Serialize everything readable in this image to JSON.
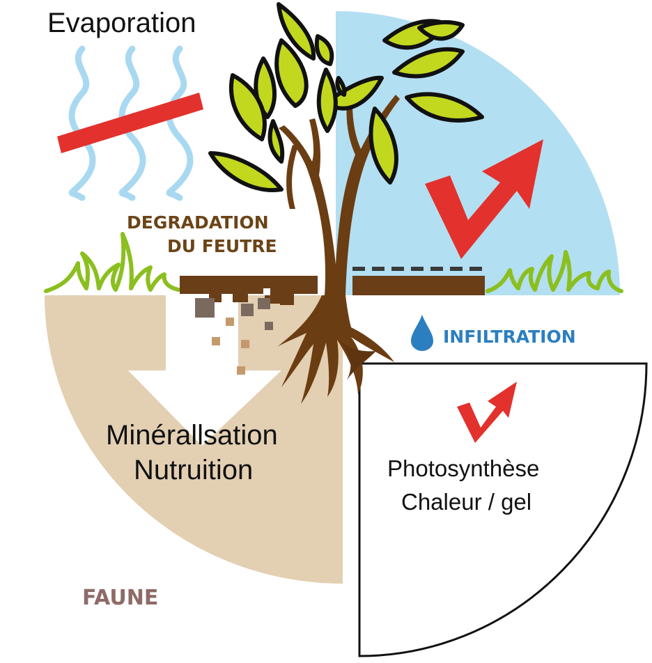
{
  "labels": {
    "evaporation": "Evaporation",
    "degradation_line1": "DEGRADATION",
    "degradation_line2": "DU FEUTRE",
    "infiltration": "INFILTRATION",
    "mineralisation_line1": "Minérallsation",
    "mineralisation_line2": "Nutruition",
    "photosynthese_line1": "Photosynthèse",
    "photosynthese_line2": "Chaleur / gel",
    "faune": "FAUNE"
  },
  "colors": {
    "water_blue": "#b3dff2",
    "soil_beige": "#e3cfb2",
    "grass_green": "#8bbf1f",
    "leaf_green": "#c2d81f",
    "trunk_brown": "#6b3d12",
    "felt_brown": "#6a3e17",
    "arrow_red": "#e3312d",
    "infiltration_blue": "#2b7fc0",
    "degradation_brown": "#6b4417",
    "faune_mauve": "#8e6b68",
    "wave_blue": "#a9d9f1"
  },
  "icons": [
    "water-drop-icon",
    "check-arrow-icon",
    "down-arrow-icon",
    "tree-icon",
    "grass-icon",
    "evaporation-waves-icon"
  ]
}
